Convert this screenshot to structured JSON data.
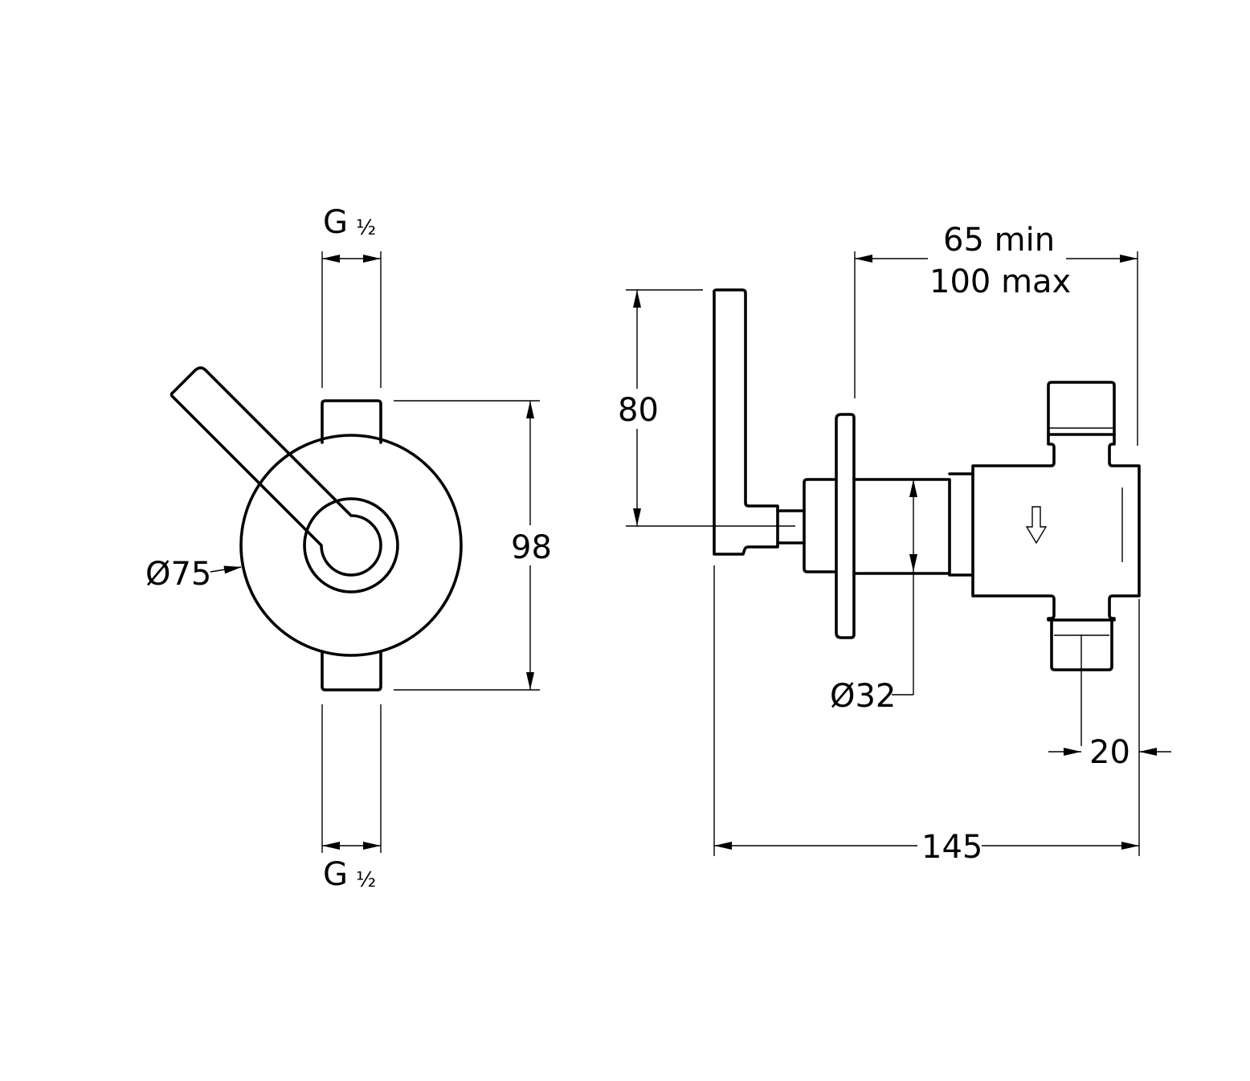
{
  "front_view": {
    "thread_top": {
      "prefix": "G",
      "fraction": "½"
    },
    "thread_bottom": {
      "prefix": "G",
      "fraction": "½"
    },
    "diameter": "Ø75",
    "height": "98"
  },
  "side_view": {
    "depth_min": "65 min",
    "depth_max": "100 max",
    "handle_height": "80",
    "spindle_diameter": "Ø32",
    "outlet_offset": "20",
    "total_length": "145"
  },
  "colors": {
    "line": "#000000",
    "background": "#ffffff"
  },
  "icons": {
    "flow_direction": "arrow-down-outline-icon"
  }
}
